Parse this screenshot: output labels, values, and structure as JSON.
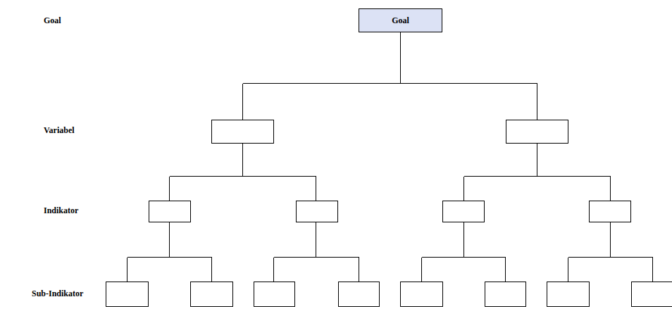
{
  "diagram": {
    "nodes": [
      {
        "text": [
          "Goal"
        ]
      }
    ],
    "labels": [
      "Goal",
      "Variabel",
      "Indikator",
      "Sub-Indikator"
    ]
  }
}
